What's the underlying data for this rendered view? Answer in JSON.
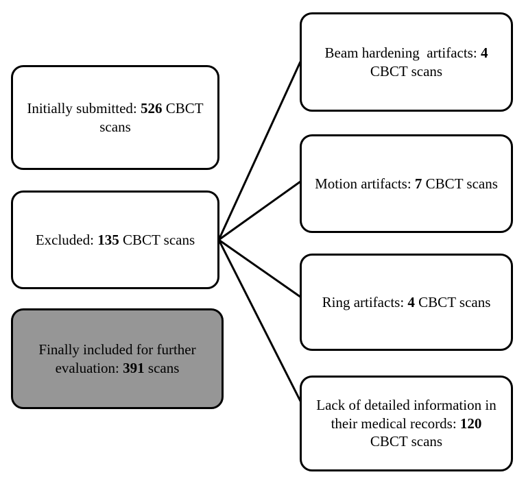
{
  "diagram": {
    "title": "CBCT scan selection flowchart",
    "background_color": "#ffffff",
    "stroke_color": "#000000",
    "shaded_fill_color": "#969696",
    "nodes": {
      "initially_submitted": {
        "text_plain": "Initially submitted: 526 CBCT scans",
        "prefix": "Initially submitted: ",
        "count": "526",
        "suffix": " CBCT scans"
      },
      "excluded": {
        "text_plain": "Excluded: 135 CBCT scans",
        "prefix": "Excluded: ",
        "count": "135",
        "suffix": " CBCT scans"
      },
      "finally_included": {
        "text_plain": "Finally included for further evaluation: 391 scans",
        "prefix": "Finally included for further evaluation: ",
        "count": "391",
        "suffix": " scans"
      },
      "beam_hardening": {
        "text_plain": "Beam hardening  artifacts: 4 CBCT scans",
        "prefix": "Beam hardening  artifacts: ",
        "count": "4",
        "suffix": " CBCT scans"
      },
      "motion": {
        "text_plain": "Motion artifacts: 7 CBCT scans",
        "prefix": "Motion artifacts: ",
        "count": "7",
        "suffix": " CBCT scans"
      },
      "ring": {
        "text_plain": "Ring artifacts: 4 CBCT scans",
        "prefix": "Ring artifacts: ",
        "count": "4",
        "suffix": " CBCT scans"
      },
      "lack_of_information": {
        "text_plain": "Lack of detailed information in their medical records: 120 CBCT scans",
        "prefix": "Lack of detailed information in their medical records: ",
        "count": "120",
        "suffix": " CBCT scans"
      }
    },
    "connectors": {
      "origin_label": "excluded-node-right-edge",
      "edges": [
        {
          "from": "excluded",
          "to": "beam_hardening"
        },
        {
          "from": "excluded",
          "to": "motion"
        },
        {
          "from": "excluded",
          "to": "ring"
        },
        {
          "from": "excluded",
          "to": "lack_of_information"
        }
      ]
    }
  }
}
